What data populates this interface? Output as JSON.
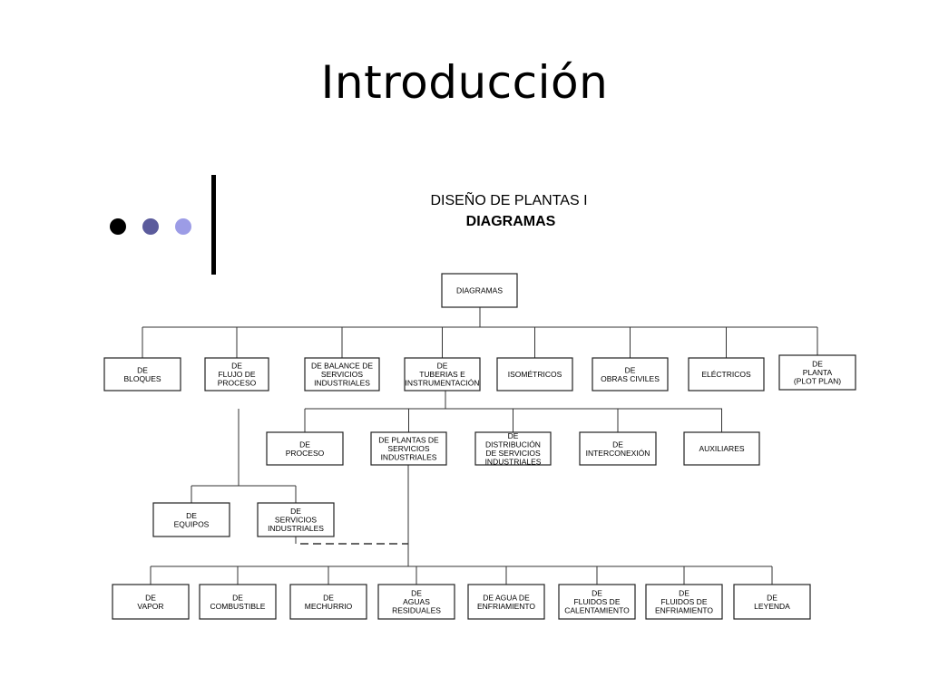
{
  "slide": {
    "title": "Introducción",
    "dot_colors": [
      "#000000",
      "#5b5b9c",
      "#9c9ce6"
    ]
  },
  "diagram": {
    "heading_line1": "DISEÑO DE PLANTAS I",
    "heading_line2": "DIAGRAMAS",
    "root": "DIAGRAMAS",
    "level1": [
      [
        "DE",
        "BLOQUES"
      ],
      [
        "DE",
        "FLUJO DE",
        "PROCESO"
      ],
      [
        "DE BALANCE DE",
        "SERVICIOS",
        "INDUSTRIALES"
      ],
      [
        "DE",
        "TUBERIAS E",
        "INSTRUMENTACIÓN"
      ],
      [
        "ISOMÉTRICOS"
      ],
      [
        "DE",
        "OBRAS CIVILES"
      ],
      [
        "ELÉCTRICOS"
      ],
      [
        "DE",
        "PLANTA",
        "(PLOT PLAN)"
      ]
    ],
    "level2": [
      [
        "DE",
        "PROCESO"
      ],
      [
        "DE PLANTAS DE",
        "SERVICIOS",
        "INDUSTRIALES"
      ],
      [
        "DE",
        "DISTRIBUCIÓN",
        "DE SERVICIOS",
        "INDUSTRIALES"
      ],
      [
        "DE",
        "INTERCONEXIÓN"
      ],
      [
        "AUXILIARES"
      ]
    ],
    "level3": [
      [
        "DE",
        "EQUIPOS"
      ],
      [
        "DE",
        "SERVICIOS",
        "INDUSTRIALES"
      ]
    ],
    "level4": [
      [
        "DE",
        "VAPOR"
      ],
      [
        "DE",
        "COMBUSTIBLE"
      ],
      [
        "DE",
        "MECHURRIO"
      ],
      [
        "DE",
        "AGUAS",
        "RESIDUALES"
      ],
      [
        "DE AGUA DE",
        "ENFRIAMIENTO"
      ],
      [
        "DE",
        "FLUIDOS DE",
        "CALENTAMIENTO"
      ],
      [
        "DE",
        "FLUIDOS DE",
        "ENFRIAMIENTO"
      ],
      [
        "DE",
        "LEYENDA"
      ]
    ]
  }
}
